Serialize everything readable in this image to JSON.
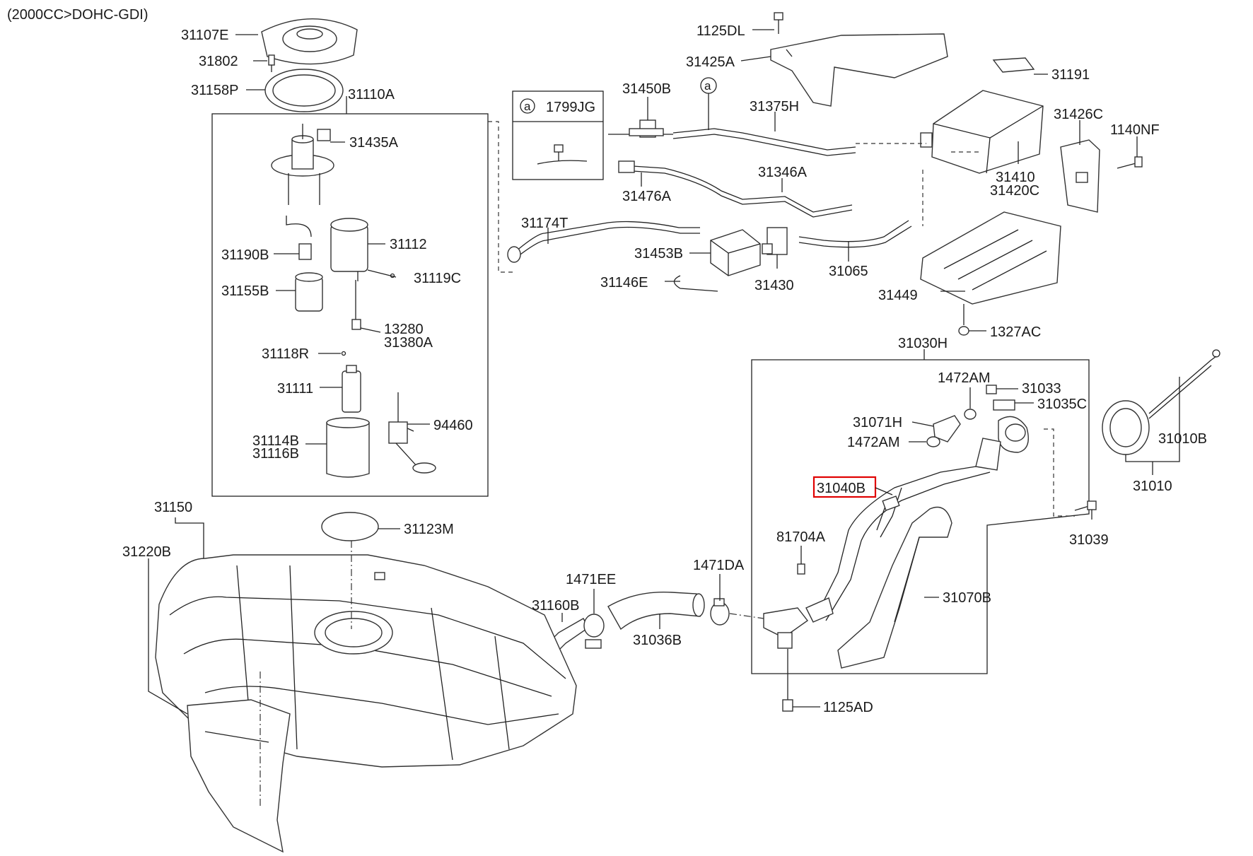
{
  "header": {
    "engine": "(2000CC>DOHC-GDI)"
  },
  "highlight": {
    "part_no": "31040B",
    "color": "#e00000"
  },
  "inset": {
    "marker": "a",
    "part_no": "1799JG"
  },
  "callout_marker": "a",
  "labels": {
    "p31107E": "31107E",
    "p31802": "31802",
    "p31158P": "31158P",
    "p31110A": "31110A",
    "p31435A": "31435A",
    "p31112": "31112",
    "p31190B": "31190B",
    "p31119C": "31119C",
    "p31155B": "31155B",
    "p13280": "13280",
    "p31380A": "31380A",
    "p31118R": "31118R",
    "p31111": "31111",
    "p94460": "94460",
    "p31114B": "31114B",
    "p31116B": "31116B",
    "p1125DL": "1125DL",
    "p31425A": "31425A",
    "p31191": "31191",
    "p31450B": "31450B",
    "p31375H": "31375H",
    "p31426C": "31426C",
    "p1140NF": "1140NF",
    "p31346A": "31346A",
    "p31476A": "31476A",
    "p31410": "31410",
    "p31420C": "31420C",
    "p31174T": "31174T",
    "p31453B": "31453B",
    "p31065": "31065",
    "p31146E": "31146E",
    "p31430": "31430",
    "p31449": "31449",
    "p1327AC": "1327AC",
    "p31030H": "31030H",
    "p1472AM_a": "1472AM",
    "p31033": "31033",
    "p31035C": "31035C",
    "p31071H": "31071H",
    "p1472AM_b": "1472AM",
    "p31010B": "31010B",
    "p31010": "31010",
    "p31039": "31039",
    "p81704A": "81704A",
    "p31070B": "31070B",
    "p1125AD": "1125AD",
    "p31150": "31150",
    "p31220B": "31220B",
    "p31123M": "31123M",
    "p1471EE": "1471EE",
    "p1471DA": "1471DA",
    "p31160B": "31160B",
    "p31036B": "31036B"
  }
}
